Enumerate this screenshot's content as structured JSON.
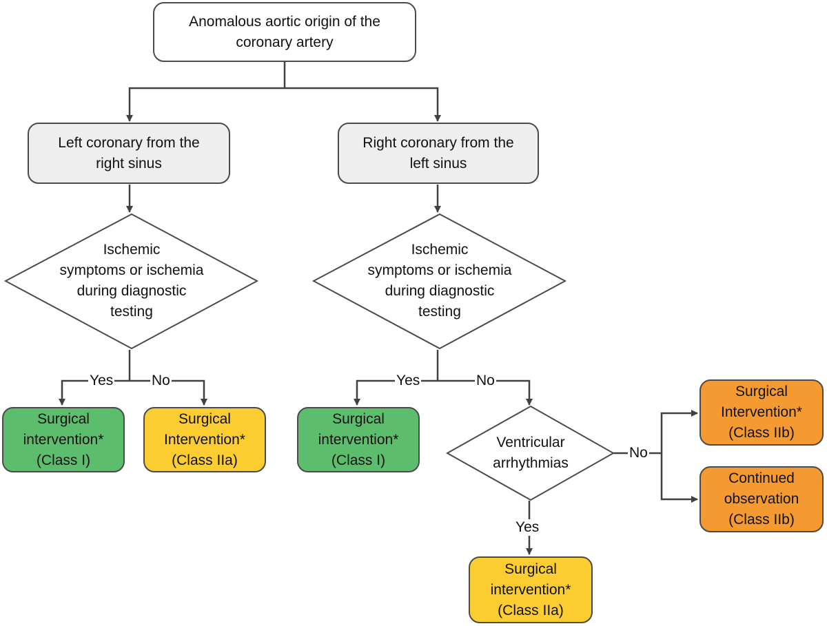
{
  "nodes": {
    "root": "Anomalous aortic origin of the\ncoronary artery",
    "left_branch": "Left coronary from the\nright sinus",
    "right_branch": "Right coronary from the\nleft sinus",
    "left_decision": "Ischemic\nsymptoms or ischemia\nduring diagnostic\ntesting",
    "right_decision": "Ischemic\nsymptoms or ischemia\nduring diagnostic\ntesting",
    "left_yes_outcome": "Surgical\nintervention*\n(Class I)",
    "left_no_outcome": "Surgical\nIntervention*\n(Class IIa)",
    "right_yes_outcome": "Surgical\nintervention*\n(Class I)",
    "arrhythmia_decision": "Ventricular\narrhythmias",
    "arrhythmia_no_outcome_1": "Surgical\nIntervention*\n(Class IIb)",
    "arrhythmia_no_outcome_2": "Continued\nobservation\n(Class IIb)",
    "arrhythmia_yes_outcome": "Surgical\nintervention*\n(Class IIa)"
  },
  "edge_labels": {
    "left_yes": "Yes",
    "left_no": "No",
    "right_yes": "Yes",
    "right_no": "No",
    "arrhythmia_no": "No",
    "arrhythmia_yes": "Yes"
  },
  "colors": {
    "line": "#404040",
    "green": "#5cbd6c",
    "yellow": "#fbcd30",
    "orange": "#f59a31",
    "grey": "#eeeeee"
  }
}
